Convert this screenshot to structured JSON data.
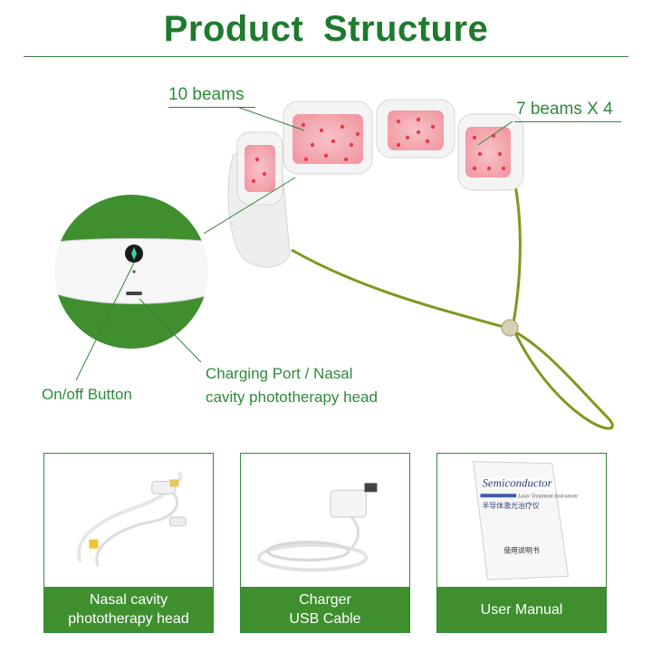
{
  "title": "Product  Structure",
  "labels": {
    "beams_10": "10 beams",
    "beams_7": "7 beams X 4",
    "charging_port_line1": "Charging Port / Nasal",
    "charging_port_line2": "cavity phototherapy head",
    "on_off": "On/off Button"
  },
  "accessories": [
    {
      "label": "Nasal cavity\nphototherapy head"
    },
    {
      "label": "Charger\nUSB Cable"
    },
    {
      "label": "User Manual"
    }
  ],
  "manual_text": {
    "line1": "Semiconductor",
    "line2": "Laser Treatment Instrument",
    "line3": "半导体激光治疗仪",
    "line4": "使用说明书"
  },
  "colors": {
    "accent": "#2e8a3a",
    "title": "#1f7a2e",
    "band": "#3f8f2f",
    "cord": "#7a9a1c"
  }
}
